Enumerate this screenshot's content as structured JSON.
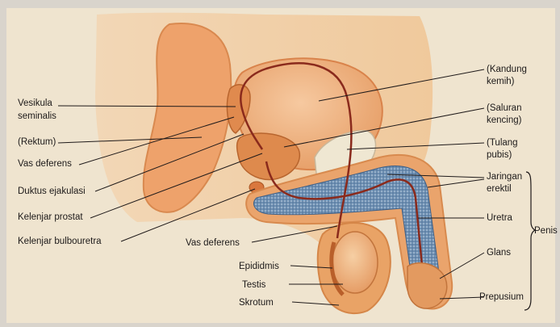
{
  "labels": {
    "vesikula": [
      "Vesikula",
      "seminalis"
    ],
    "rektum": "(Rektum)",
    "vas_deferens_left": "Vas deferens",
    "duktus": "Duktus ejakulasi",
    "prostat": "Kelenjar prostat",
    "bulbouretra": "Kelenjar bulbouretra",
    "vas_deferens_center": "Vas deferens",
    "epididmis": "Epididmis",
    "testis": "Testis",
    "skrotum": "Skrotum",
    "kandung": [
      "(Kandung",
      "kemih)"
    ],
    "saluran": [
      "(Saluran",
      "kencing)"
    ],
    "tulang": [
      "(Tulang",
      "pubis)"
    ],
    "jaringan": [
      "Jaringan",
      "erektil"
    ],
    "uretra": "Uretra",
    "glans": "Glans",
    "prepusium": "Prepusium",
    "penis": "Penis"
  },
  "colors": {
    "background": "#d9d4cc",
    "paper": "#f1e6d3",
    "tissue": "#e9a066",
    "bladder": "#f0b684",
    "erectile": "#6d8fb2",
    "duct": "#8a2a1c",
    "bone": "#efe7d2",
    "leader": "#1f1a1a"
  }
}
